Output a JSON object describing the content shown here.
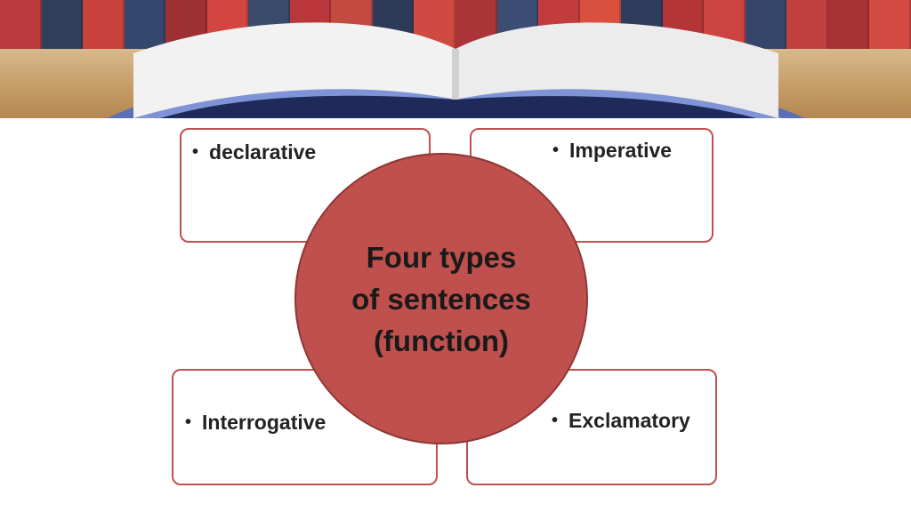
{
  "diagram": {
    "center_lines": [
      "Four types",
      "of sentences",
      "(function)"
    ],
    "items": [
      "declarative",
      "Imperative",
      "Interrogative",
      "Exclamatory"
    ],
    "bullet": "•"
  },
  "colors": {
    "accent": "#c0504d",
    "circle_border": "#8e3735",
    "text": "#222222",
    "book_spines": [
      "#b83a3f",
      "#2f3f5c",
      "#c8413c",
      "#34486e",
      "#9e2f33",
      "#d2463f",
      "#3a4a6a",
      "#b9373b",
      "#c44a40",
      "#2c3b58",
      "#cf4b42",
      "#aa3437",
      "#3b4d72",
      "#c23c3e",
      "#d9503f",
      "#2e3d5c",
      "#b43538",
      "#cc4440",
      "#35466a",
      "#c0403d",
      "#a83235",
      "#d24a41"
    ]
  },
  "banner": {
    "name": "open-book-photo"
  }
}
